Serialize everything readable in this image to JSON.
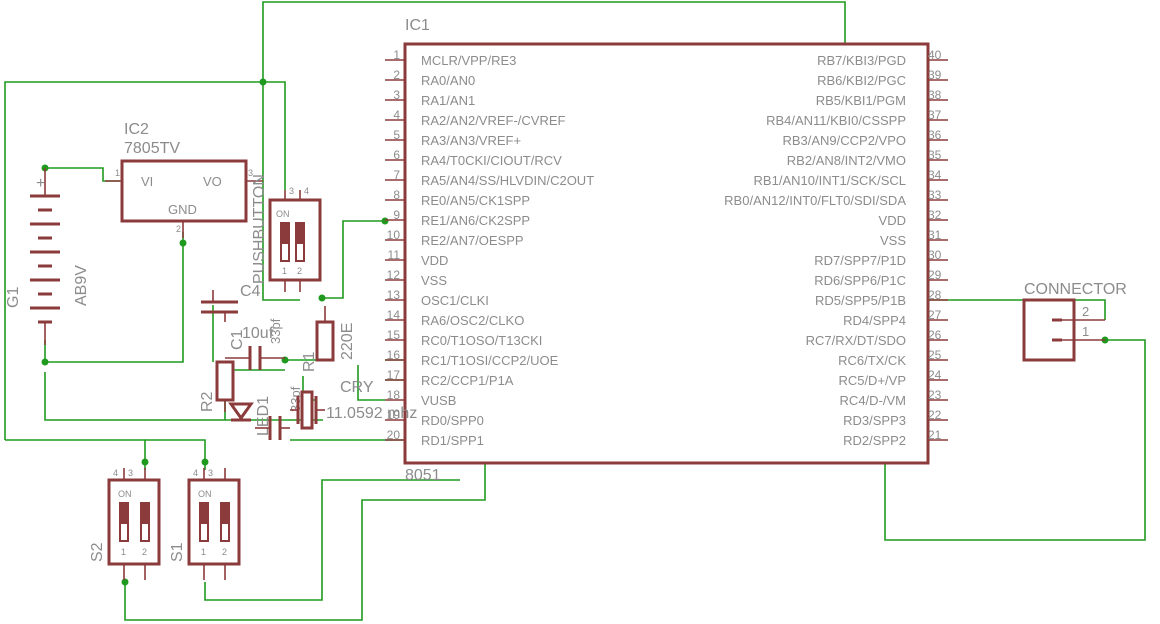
{
  "ic1": {
    "ref": "IC1",
    "value": "8051",
    "left_pins": [
      {
        "num": "1",
        "name": "MCLR/VPP/RE3"
      },
      {
        "num": "2",
        "name": "RA0/AN0"
      },
      {
        "num": "3",
        "name": "RA1/AN1"
      },
      {
        "num": "4",
        "name": "RA2/AN2/VREF-/CVREF"
      },
      {
        "num": "5",
        "name": "RA3/AN3/VREF+"
      },
      {
        "num": "6",
        "name": "RA4/T0CKI/CIOUT/RCV"
      },
      {
        "num": "7",
        "name": "RA5/AN4/SS/HLVDIN/C2OUT"
      },
      {
        "num": "8",
        "name": "RE0/AN5/CK1SPP"
      },
      {
        "num": "9",
        "name": "RE1/AN6/CK2SPP"
      },
      {
        "num": "10",
        "name": "RE2/AN7/OESPP"
      },
      {
        "num": "11",
        "name": "VDD"
      },
      {
        "num": "12",
        "name": "VSS"
      },
      {
        "num": "13",
        "name": "OSC1/CLKI"
      },
      {
        "num": "14",
        "name": "RA6/OSC2/CLKO"
      },
      {
        "num": "15",
        "name": "RC0/T1OSO/T13CKI"
      },
      {
        "num": "16",
        "name": "RC1/T1OSI/CCP2/UOE"
      },
      {
        "num": "17",
        "name": "RC2/CCP1/P1A"
      },
      {
        "num": "18",
        "name": "VUSB"
      },
      {
        "num": "19",
        "name": "RD0/SPP0"
      },
      {
        "num": "20",
        "name": "RD1/SPP1"
      }
    ],
    "right_pins": [
      {
        "num": "40",
        "name": "RB7/KBI3/PGD"
      },
      {
        "num": "39",
        "name": "RB6/KBI2/PGC"
      },
      {
        "num": "38",
        "name": "RB5/KBI1/PGM"
      },
      {
        "num": "37",
        "name": "RB4/AN11/KBI0/CSSPP"
      },
      {
        "num": "36",
        "name": "RB3/AN9/CCP2/VPO"
      },
      {
        "num": "35",
        "name": "RB2/AN8/INT2/VMO"
      },
      {
        "num": "34",
        "name": "RB1/AN10/INT1/SCK/SCL"
      },
      {
        "num": "33",
        "name": "RB0/AN12/INT0/FLT0/SDI/SDA"
      },
      {
        "num": "32",
        "name": "VDD"
      },
      {
        "num": "31",
        "name": "VSS"
      },
      {
        "num": "30",
        "name": "RD7/SPP7/P1D"
      },
      {
        "num": "29",
        "name": "RD6/SPP6/P1C"
      },
      {
        "num": "28",
        "name": "RD5/SPP5/P1B"
      },
      {
        "num": "27",
        "name": "RD4/SPP4"
      },
      {
        "num": "26",
        "name": "RC7/RX/DT/SDO"
      },
      {
        "num": "25",
        "name": "RC6/TX/CK"
      },
      {
        "num": "24",
        "name": "RC5/D+/VP"
      },
      {
        "num": "23",
        "name": "RC4/D-/VM"
      },
      {
        "num": "22",
        "name": "RD3/SPP3"
      },
      {
        "num": "21",
        "name": "RD2/SPP2"
      }
    ]
  },
  "ic2": {
    "ref": "IC2",
    "value": "7805TV",
    "pin_vi": "VI",
    "pin_vo": "VO",
    "pin_gnd": "GND",
    "pin1": "1",
    "pin2": "2",
    "pin3": "3"
  },
  "battery": {
    "ref": "G1",
    "value": "AB9V",
    "plus": "+"
  },
  "connector": {
    "label": "CONNECTOR",
    "pin2": "2",
    "pin1": "1"
  },
  "pushbutton": {
    "label": "PUSHBUTTON",
    "on": "ON",
    "p1": "1",
    "p2": "2",
    "p3": "3",
    "p4": "4"
  },
  "switch_s1": {
    "ref": "S1",
    "on": "ON",
    "p1": "1",
    "p2": "2",
    "p3": "3",
    "p4": "4"
  },
  "switch_s2": {
    "ref": "S2",
    "on": "ON",
    "p1": "1",
    "p2": "2",
    "p3": "3",
    "p4": "4"
  },
  "components": {
    "c4": "C4",
    "c4_value": "33pf",
    "c1": "C1",
    "c1_value": "10uf",
    "r1": "R1",
    "r1_value": "220E",
    "r2": "R2",
    "led": "LED1",
    "c2_value": "33pf",
    "crystal": "CRY",
    "crystal_value": "11.0592 mhz"
  },
  "colors": {
    "part": "#8b3b3b",
    "wire": "#1f9a1f",
    "text": "#8c8c8c"
  }
}
